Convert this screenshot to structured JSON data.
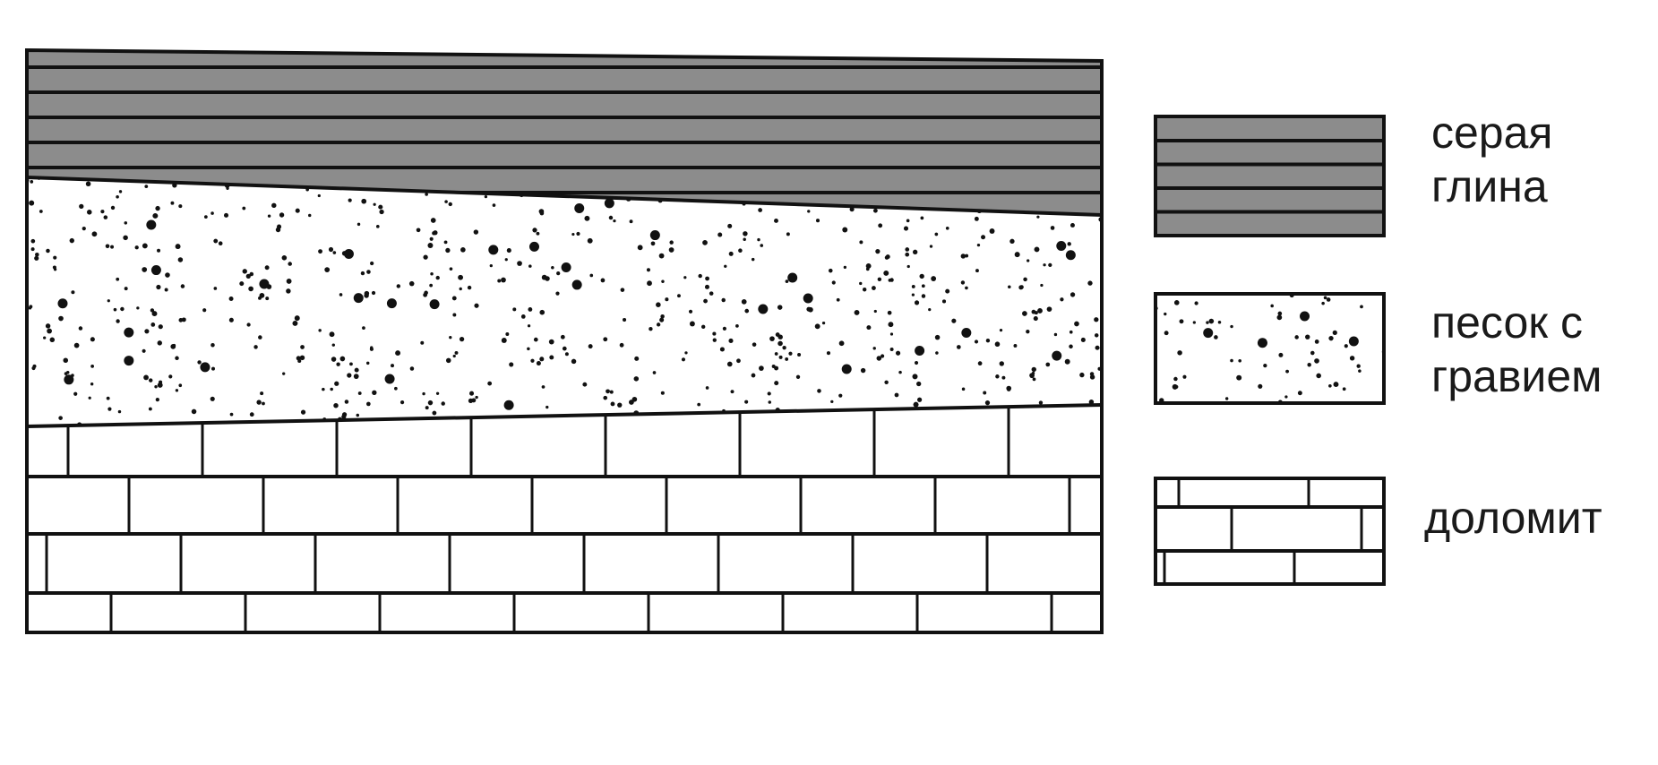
{
  "legend": {
    "clay": {
      "label": "серая\nглина",
      "icon": "grey-clay-hatching"
    },
    "sand": {
      "label": "песок с\nгравием",
      "icon": "sand-gravel-dots"
    },
    "dolomite": {
      "label": "доломит",
      "icon": "dolomite-brick-pattern"
    }
  },
  "colors": {
    "clay_fill": "#8c8c8c",
    "line": "#111111",
    "background": "#ffffff"
  }
}
